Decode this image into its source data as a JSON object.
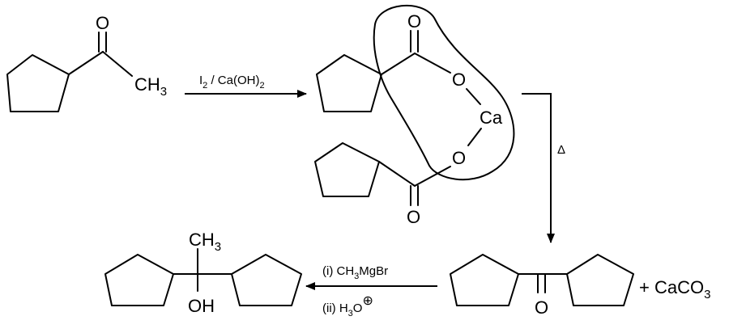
{
  "reactant": {
    "oxygen": "O",
    "methyl": "CH",
    "methyl_sub": "3"
  },
  "step1": {
    "reagent_i": "I",
    "reagent_i_sub": "2",
    "reagent_rest": " / Ca(OH)",
    "reagent_rest_sub": "2"
  },
  "salt": {
    "carbonyl_o_top": "O",
    "o1": "O",
    "ca": "Ca",
    "o2": "O",
    "carbonyl_o_bottom": "O"
  },
  "step2": {
    "reagent": "Δ"
  },
  "ketone": {
    "oxygen": "O",
    "byproduct": "+ CaCO",
    "byproduct_sub": "3"
  },
  "step3": {
    "reagent_1": "(i) CH",
    "reagent_1_sub": "3",
    "reagent_1_rest": "MgBr",
    "reagent_2": "(ii) H",
    "reagent_2_sub": "3",
    "reagent_2_rest": "O",
    "reagent_2_charge": "⊕"
  },
  "product": {
    "methyl": "CH",
    "methyl_sub": "3",
    "hydroxyl": "OH"
  }
}
